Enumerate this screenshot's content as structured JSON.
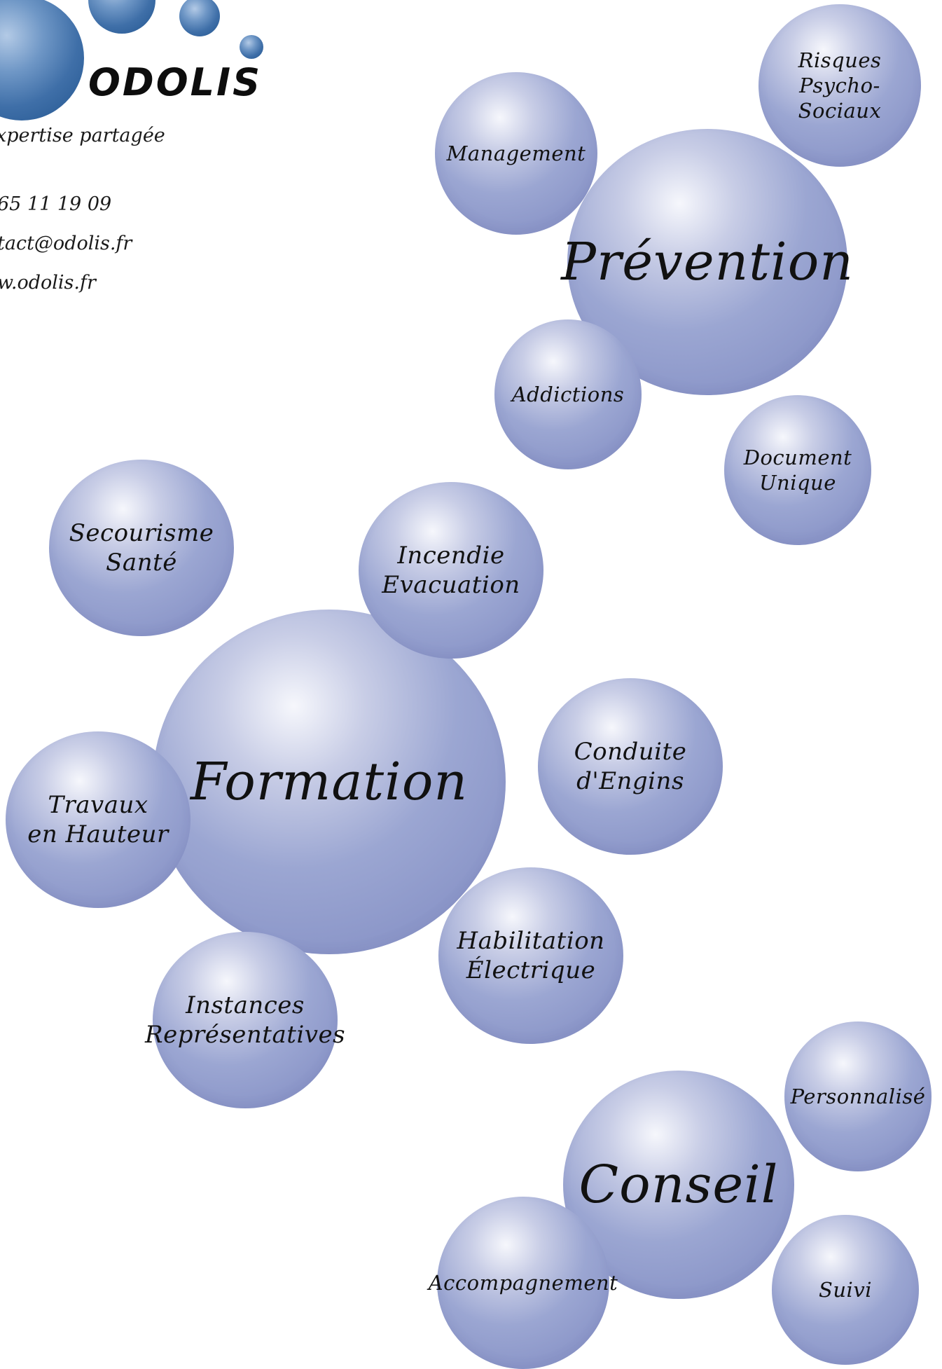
{
  "brand": {
    "name": "ODOLIS",
    "tagline": "xpertise partagée",
    "phone": "65 11 19 09",
    "email": "tact@odolis.fr",
    "website": "w.odolis.fr"
  },
  "bubbles": {
    "prevention": "Prévention",
    "formation": "Formation",
    "conseil": "Conseil",
    "management": "Management",
    "risques": [
      "Risques",
      "Psycho-",
      "Sociaux"
    ],
    "addictions": "Addictions",
    "document_unique": [
      "Document",
      "Unique"
    ],
    "secourisme": [
      "Secourisme",
      "Santé"
    ],
    "incendie": [
      "Incendie",
      "Evacuation"
    ],
    "conduite": [
      "Conduite",
      "d'Engins"
    ],
    "travaux": [
      "Travaux",
      "en Hauteur"
    ],
    "habilitation": [
      "Habilitation",
      "Électrique"
    ],
    "instances": [
      "Instances",
      "Représentatives"
    ],
    "personnalise": "Personnalisé",
    "accompagnement": "Accompagnement",
    "suivi": "Suivi"
  },
  "colors": {
    "bubble": "#8c97c9",
    "logo_blue": "#2f64a3"
  }
}
